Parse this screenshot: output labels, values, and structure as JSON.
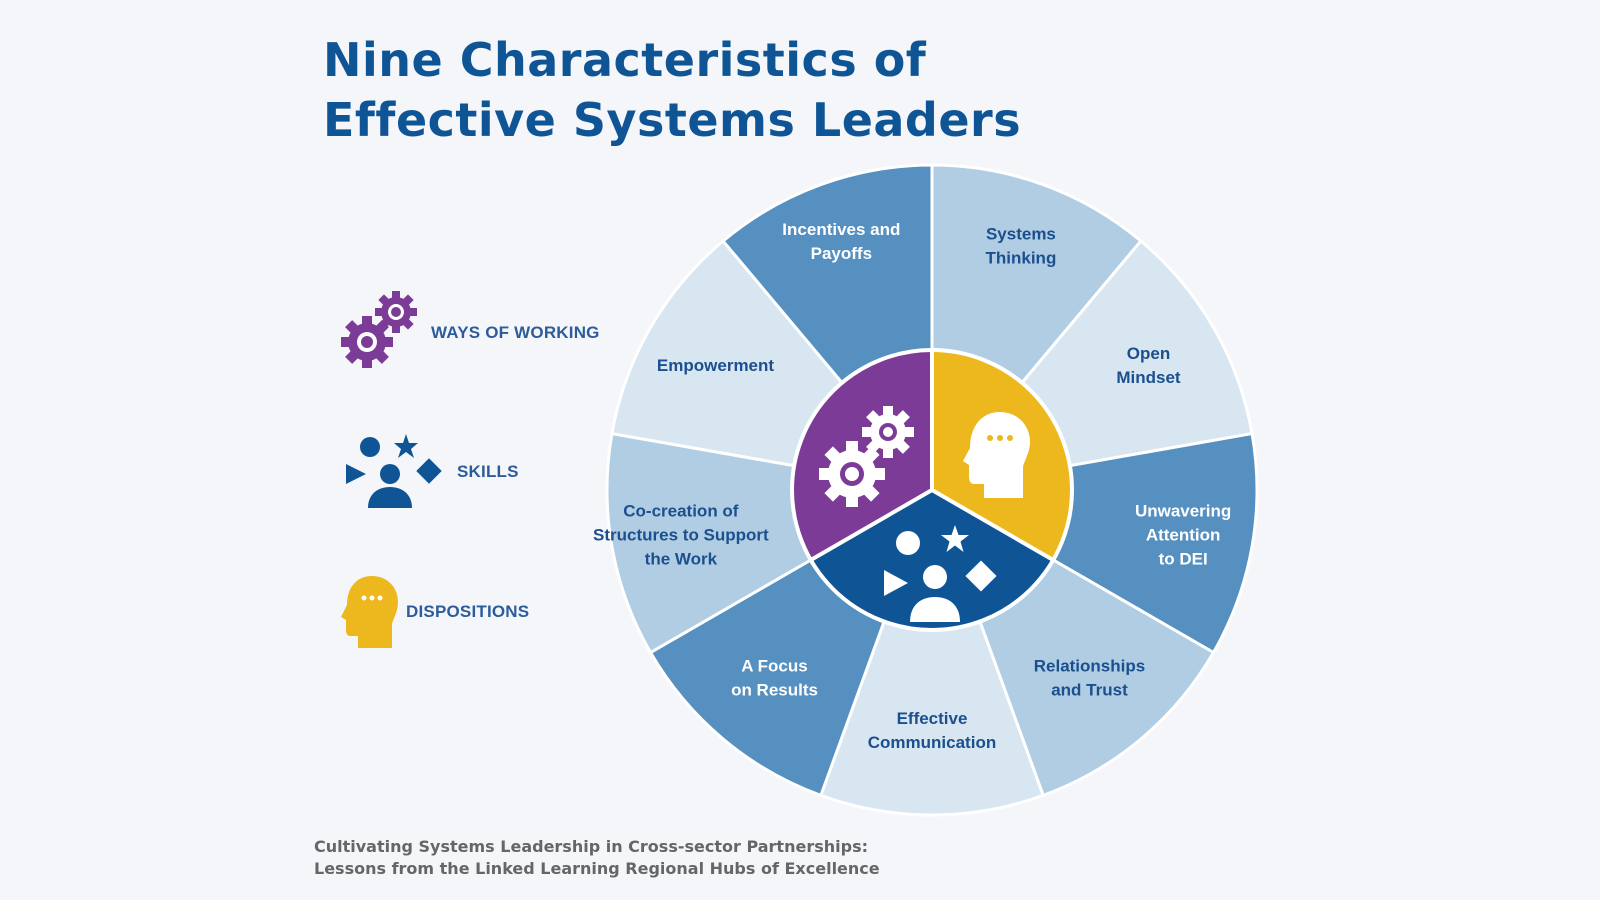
{
  "title": {
    "line1": "Nine Characteristics of",
    "line2": "Effective Systems Leaders"
  },
  "legend": [
    {
      "label": "WAYS OF WORKING",
      "icon": "gears-icon",
      "color": "#7b3b96"
    },
    {
      "label": "SKILLS",
      "icon": "skills-shapes-icon",
      "color": "#0f5596"
    },
    {
      "label": "DISPOSITIONS",
      "icon": "head-icon",
      "color": "#edb81d"
    }
  ],
  "wheel": {
    "colors": {
      "mid_blue": "#5690c0",
      "light_blue": "#b0cde3",
      "pale_blue": "#d7e6f1",
      "purple": "#7b3b96",
      "gold": "#edb81d",
      "navy": "#0f5596"
    },
    "segments": [
      {
        "lines": [
          "Systems",
          "Thinking"
        ]
      },
      {
        "lines": [
          "Open",
          "Mindset"
        ]
      },
      {
        "lines": [
          "Unwavering",
          "Attention",
          "to DEI"
        ]
      },
      {
        "lines": [
          "Relationships",
          "and Trust"
        ]
      },
      {
        "lines": [
          "Effective",
          "Communication"
        ]
      },
      {
        "lines": [
          "A Focus",
          "on Results"
        ]
      },
      {
        "lines": [
          "Co-creation of",
          "Structures to Support",
          "the Work"
        ]
      },
      {
        "lines": [
          "Empowerment"
        ]
      },
      {
        "lines": [
          "Incentives and",
          "Payoffs"
        ]
      }
    ]
  },
  "footer": {
    "line1": "Cultivating Systems Leadership in Cross-sector Partnerships:",
    "line2": "Lessons from the Linked Learning Regional Hubs of Excellence"
  }
}
